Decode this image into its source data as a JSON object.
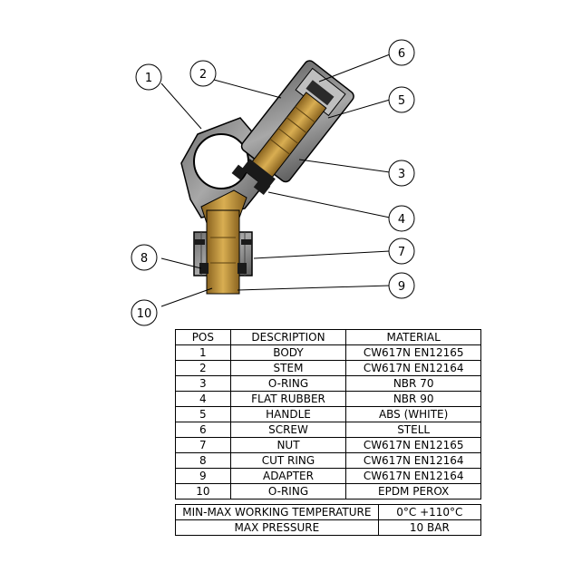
{
  "callouts": [
    "1",
    "2",
    "3",
    "4",
    "5",
    "6",
    "7",
    "8",
    "9",
    "10"
  ],
  "parts_table": {
    "headers": [
      "POS",
      "DESCRIPTION",
      "MATERIAL"
    ],
    "rows": [
      [
        "1",
        "BODY",
        "CW617N EN12165"
      ],
      [
        "2",
        "STEM",
        "CW617N EN12164"
      ],
      [
        "3",
        "O-RING",
        "NBR 70"
      ],
      [
        "4",
        "FLAT RUBBER",
        "NBR 90"
      ],
      [
        "5",
        "HANDLE",
        "ABS (WHITE)"
      ],
      [
        "6",
        "SCREW",
        "STELL"
      ],
      [
        "7",
        "NUT",
        "CW617N EN12165"
      ],
      [
        "8",
        "CUT RING",
        "CW617N EN12164"
      ],
      [
        "9",
        "ADAPTER",
        "CW617N EN12164"
      ],
      [
        "10",
        "O-RING",
        "EPDM PEROX"
      ]
    ]
  },
  "conditions": {
    "temp_label": "MIN-MAX  WORKING TEMPERATURE",
    "temp_value": "0°C +110°C",
    "pressure_label": "MAX PRESSURE",
    "pressure_value": "10 BAR"
  },
  "colors": {
    "brass": "#c89a3a",
    "brass_dark": "#7a5a1a",
    "body_grey": "#8a8a8a",
    "handle_grey": "#9a9a9a",
    "black": "#1a1a1a"
  }
}
